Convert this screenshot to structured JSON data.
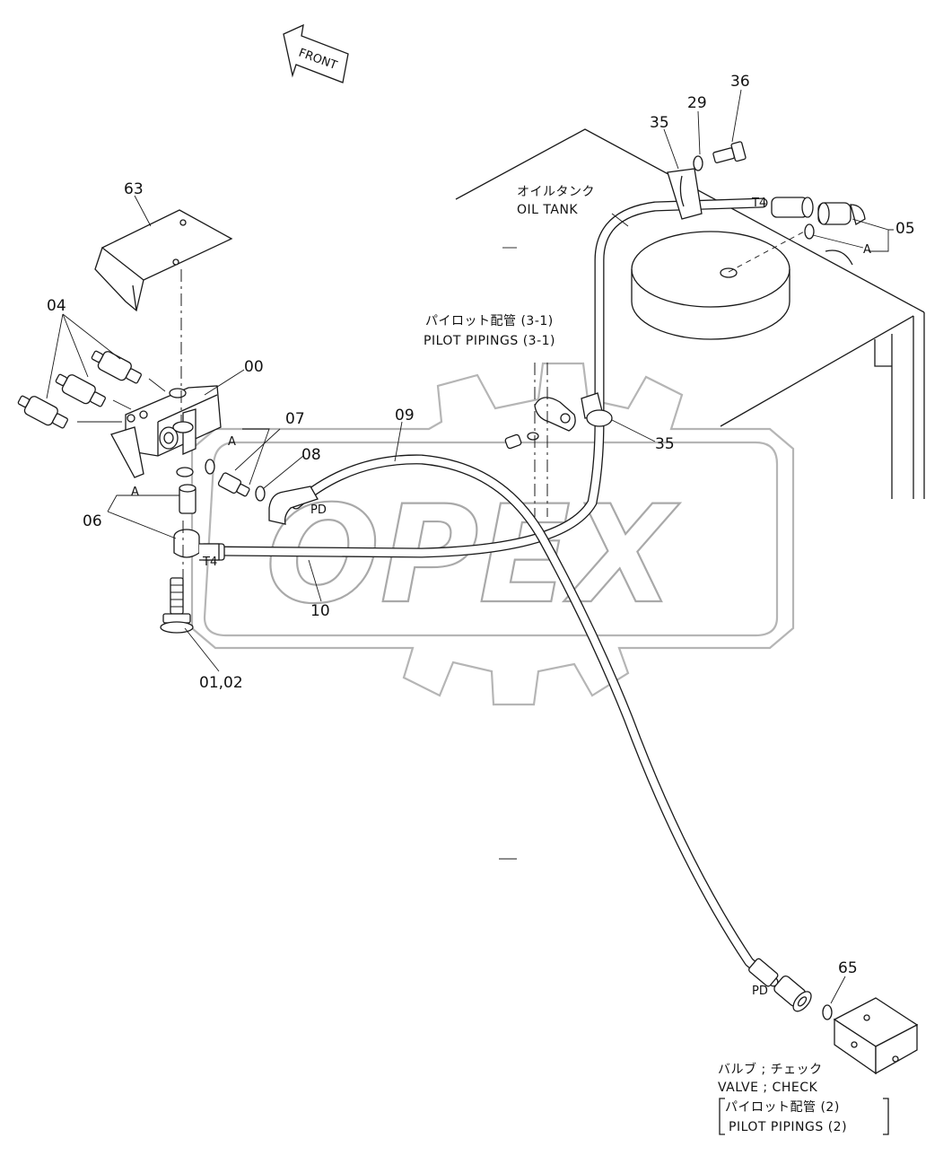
{
  "watermark": {
    "text": "OPEX"
  },
  "front_arrow": {
    "label": "FRONT"
  },
  "oil_tank": {
    "label_jp": "オイルタンク",
    "label_en": "OIL TANK"
  },
  "pilot_piping_3_1": {
    "label_jp": "パイロット配管 (3-1)",
    "label_en": "PILOT PIPINGS (3-1)"
  },
  "check_valve": {
    "label_jp": "バルブ ; チェック",
    "label_en": "VALVE ; CHECK",
    "sub_jp": "パイロット配管 (2)",
    "sub_en": "PILOT PIPINGS (2)"
  },
  "port_labels": {
    "t4_upper": "T4",
    "t4_lower": "T4",
    "pd_upper": "PD",
    "pd_lower": "PD",
    "a_tank": "A",
    "a_valve_left": "A",
    "a_valve_right": "A"
  },
  "parts": {
    "p00": "00",
    "p01_02": "01,02",
    "p04": "04",
    "p05": "05",
    "p06": "06",
    "p07": "07",
    "p08": "08",
    "p09": "09",
    "p10": "10",
    "p29": "29",
    "p35_top": "35",
    "p35_mid": "35",
    "p36": "36",
    "p63": "63",
    "p65": "65"
  }
}
